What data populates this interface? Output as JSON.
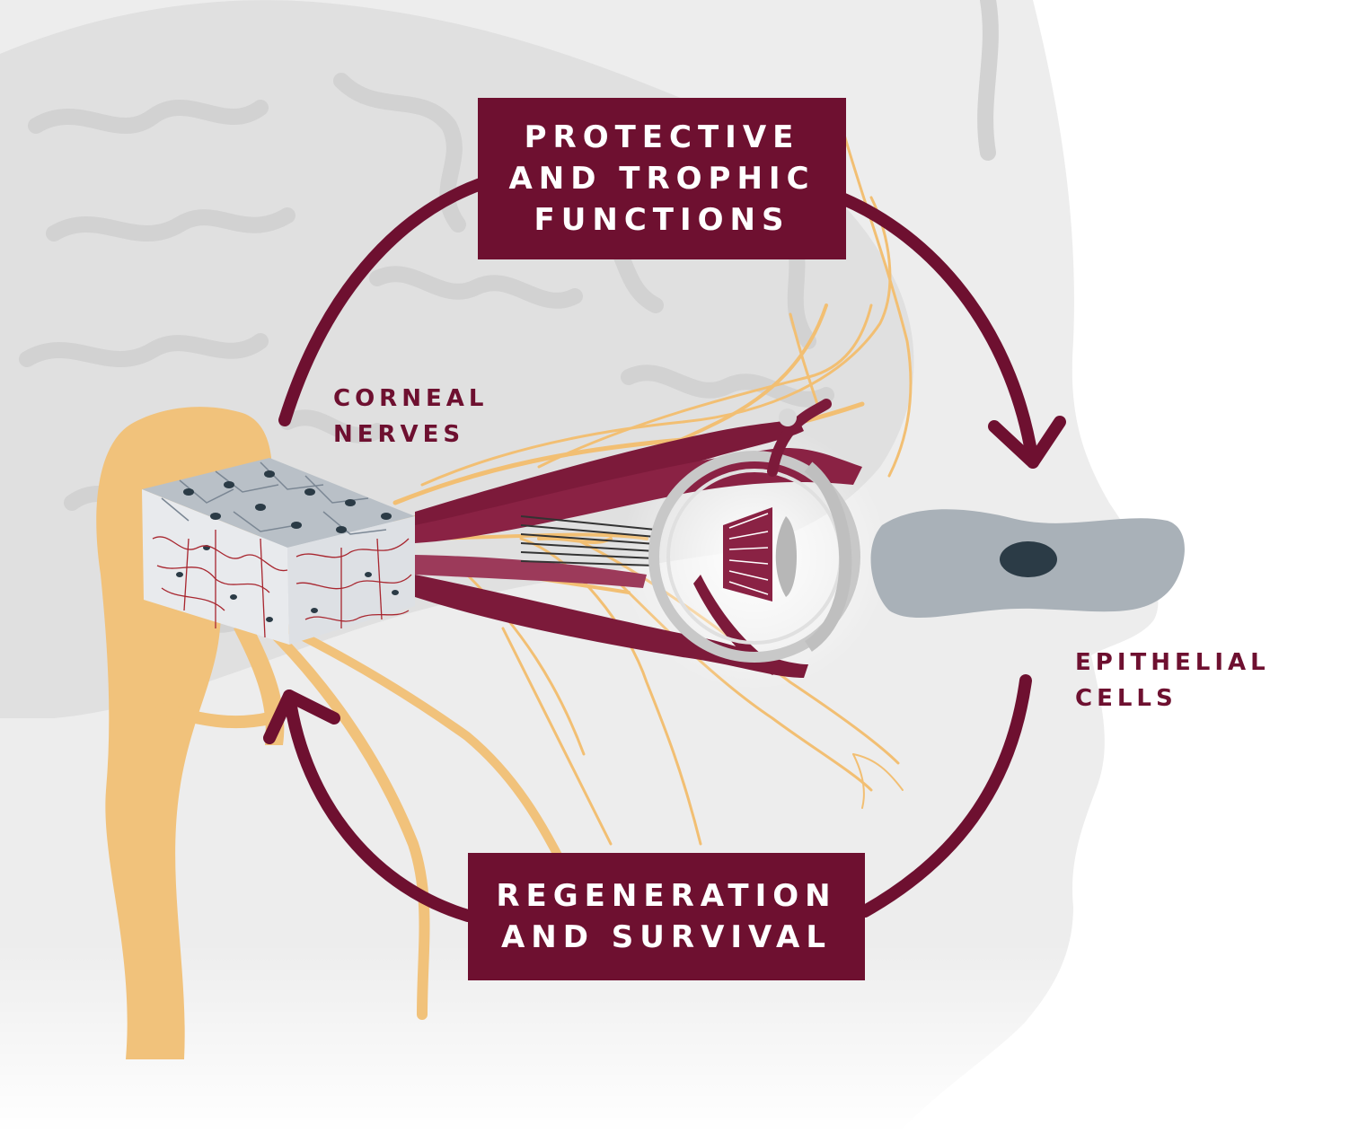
{
  "colors": {
    "maroon": "#6e1030",
    "nerve": "#f0c27a",
    "cell_gray": "#a9b1b8",
    "nucleus": "#2b3b46",
    "head_silhouette": "#ececec"
  },
  "boxes": {
    "top": {
      "lines": [
        "PROTECTIVE",
        "AND TROPHIC",
        "FUNCTIONS"
      ]
    },
    "bottom": {
      "lines": [
        "REGENERATION",
        "AND SURVIVAL"
      ]
    }
  },
  "labels": {
    "corneal": {
      "lines": [
        "CORNEAL",
        "NERVES"
      ]
    },
    "epithelial": {
      "lines": [
        "EPITHELIAL",
        "CELLS"
      ]
    }
  }
}
